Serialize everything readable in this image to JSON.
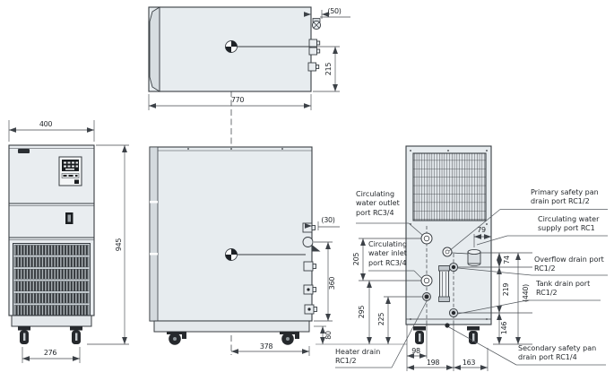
{
  "colors": {
    "line": "#3c4147",
    "panel_fill": "#e7ecef",
    "dark_detail": "#26292d"
  },
  "dims": {
    "top_valve_offset": "(50)",
    "top_depth": "215",
    "top_width": "770",
    "front_width": "400",
    "front_height": "945",
    "front_caster_span": "276",
    "side_fitting_offset": "(30)",
    "side_port_height": "360",
    "side_base_height": "80",
    "side_center_to_rear": "378",
    "rear_port_spacing": "205",
    "rear_inlet_height": "295",
    "rear_heater_height": "225",
    "rear_supply_offset": "79",
    "rear_supply_to_overflow": "74",
    "rear_overflow_to_tank": "219",
    "rear_ports_overall": "(440)",
    "rear_tank_height": "146",
    "rear_bottom_left": "98",
    "rear_bottom_mid": "198",
    "rear_bottom_right": "163"
  },
  "labels": {
    "outlet": "Circulating\nwater outlet\nport RC3/4",
    "inlet": "Circulating\nwater inlet\nport RC3/4",
    "primary_safety_pan": "Primary safety pan\ndrain port RC1/2",
    "supply": "Circulating water\nsupply port RC1",
    "overflow": "Overflow drain port\nRC1/2",
    "tank": "Tank drain port\nRC1/2",
    "secondary_safety_pan": "Secondary safety pan\ndrain port RC1/4",
    "heater": "Heater drain\nRC1/2"
  }
}
